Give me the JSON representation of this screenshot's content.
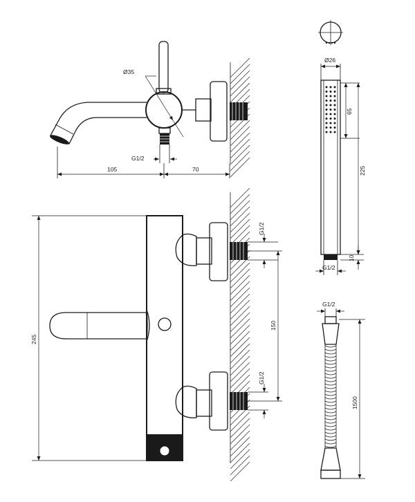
{
  "dimensions": {
    "spout_diameter": "Ø35",
    "thread_side": "G1/2",
    "spout_length": "105",
    "body_offset": "70",
    "hand_shower_diameter": "Ø26",
    "hand_shower_head": "65",
    "hand_shower_length": "225",
    "hand_shower_base": "10",
    "hand_shower_thread": "G1/2",
    "mixer_height": "245",
    "inlet_top_thread": "G1/2",
    "inlet_spacing": "150",
    "inlet_bottom_thread": "G1/2",
    "hose_thread": "G1/2",
    "hose_length": "1500"
  }
}
